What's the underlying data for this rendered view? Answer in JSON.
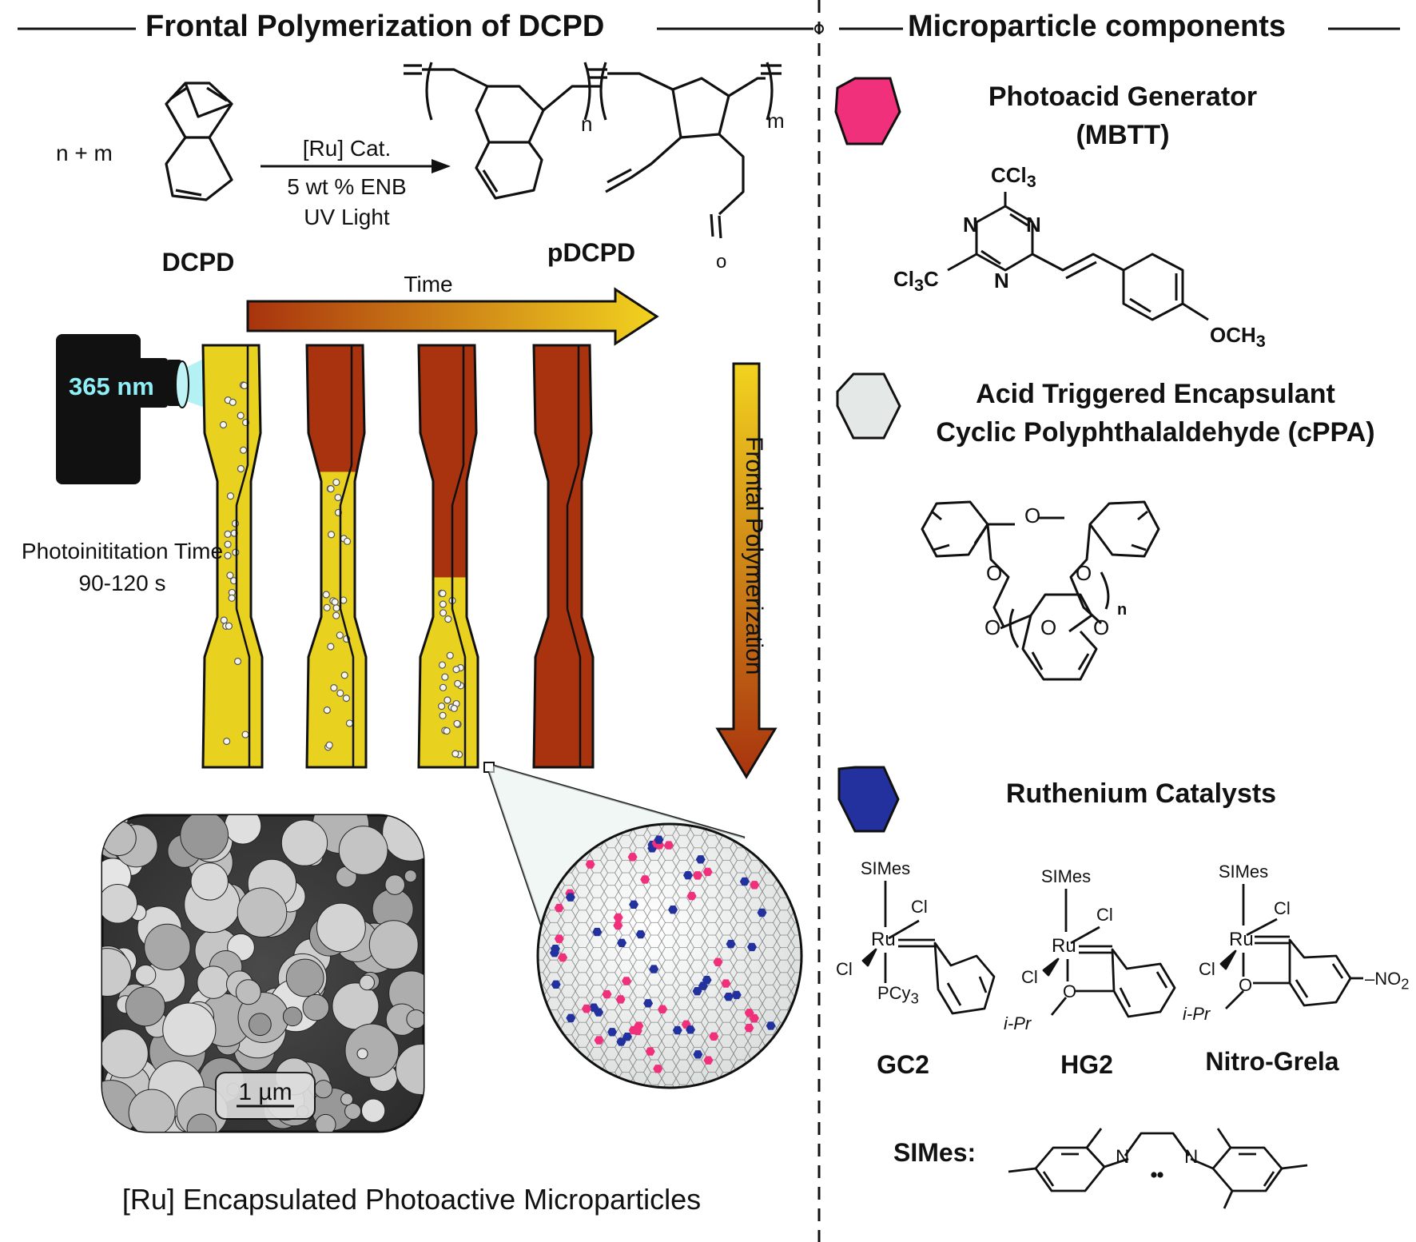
{
  "left_panel": {
    "title": "Frontal Polymerization of DCPD",
    "reaction": {
      "stoich": "n + m",
      "reactant": "DCPD",
      "product": "pDCPD",
      "conditions": [
        "[Ru] Cat.",
        "5 wt % ENB",
        "UV Light"
      ],
      "index_n": "n",
      "index_m": "m",
      "index_o": "o"
    },
    "time_label": "Time",
    "lamp_label": "365 nm",
    "photoinit_label": "Photoinititation Time",
    "photoinit_value": "90-120 s",
    "frontal_label": "Frontal Polymerization",
    "scale_bar": "1 µm",
    "caption": "[Ru] Encapsulated Photoactive Microparticles",
    "specimens": [
      {
        "cured_fraction": 0.0
      },
      {
        "cured_fraction": 0.3
      },
      {
        "cured_fraction": 0.55
      },
      {
        "cured_fraction": 1.0
      }
    ],
    "colors": {
      "uncured": "#e8d21f",
      "cured": "#a8330e",
      "lamp": "#111111",
      "beam": "#a6eef2",
      "lamp_text": "#8ef0f6"
    }
  },
  "right_panel": {
    "title": "Microparticle components",
    "pag": {
      "name": "Photoacid Generator",
      "abbr": "(MBTT)",
      "color": "#f0307a",
      "labels": {
        "ccl3_top": "CCl3",
        "n_left": "N",
        "n_right": "N",
        "n_bottom": "N",
        "ccl3_left": "Cl3C",
        "och3": "OCH3"
      }
    },
    "encapsulant": {
      "name": "Acid Triggered Encapsulant",
      "subname": "Cyclic Polyphthalaldehyde (cPPA)",
      "color": "#e4e9e8",
      "labels": {
        "o": "O",
        "n": "n"
      }
    },
    "catalysts": {
      "name": "Ruthenium Catalysts",
      "color": "#23319f",
      "items": [
        {
          "name": "GC2",
          "ligand": "SIMes",
          "metal": "Ru",
          "cl": "Cl",
          "extra": "PCy3"
        },
        {
          "name": "HG2",
          "ligand": "SIMes",
          "metal": "Ru",
          "cl": "Cl",
          "ipr": "i-Pr",
          "o": "O"
        },
        {
          "name": "Nitro-Grela",
          "ligand": "SIMes",
          "metal": "Ru",
          "cl": "Cl",
          "ipr": "i-Pr",
          "o": "O",
          "no2": "NO2"
        }
      ],
      "simes_label": "SIMes:",
      "simes_n": "N"
    }
  }
}
